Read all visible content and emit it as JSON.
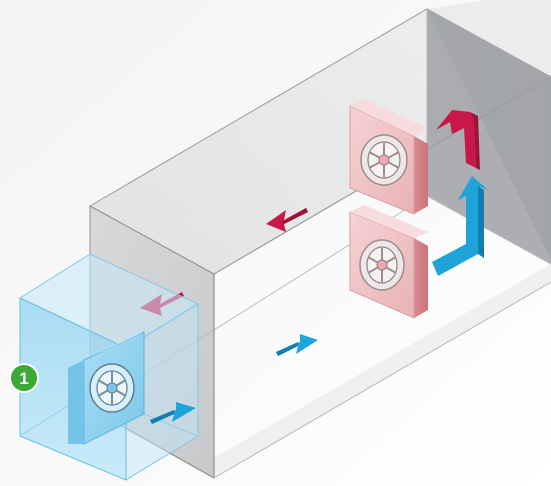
{
  "diagram": {
    "callouts": [
      {
        "label": "1"
      }
    ],
    "colors": {
      "background_top": "#f7f7f7",
      "background_bottom": "#ffffff",
      "duct_face": "#c9cacc",
      "duct_side": "#a7a9ac",
      "duct_edge": "#8e9093",
      "inlet_box": "#8fd3f2",
      "warm_air_arrow": "#c8184a",
      "cool_air_arrow": "#1ea4d8",
      "fan_unit_warm": "#f3c6c7",
      "fan_unit_cool": "#8fd1ee",
      "badge": "#3aa935"
    },
    "icons": [
      "fan-icon",
      "warm-air-arrow",
      "cool-air-arrow"
    ]
  }
}
